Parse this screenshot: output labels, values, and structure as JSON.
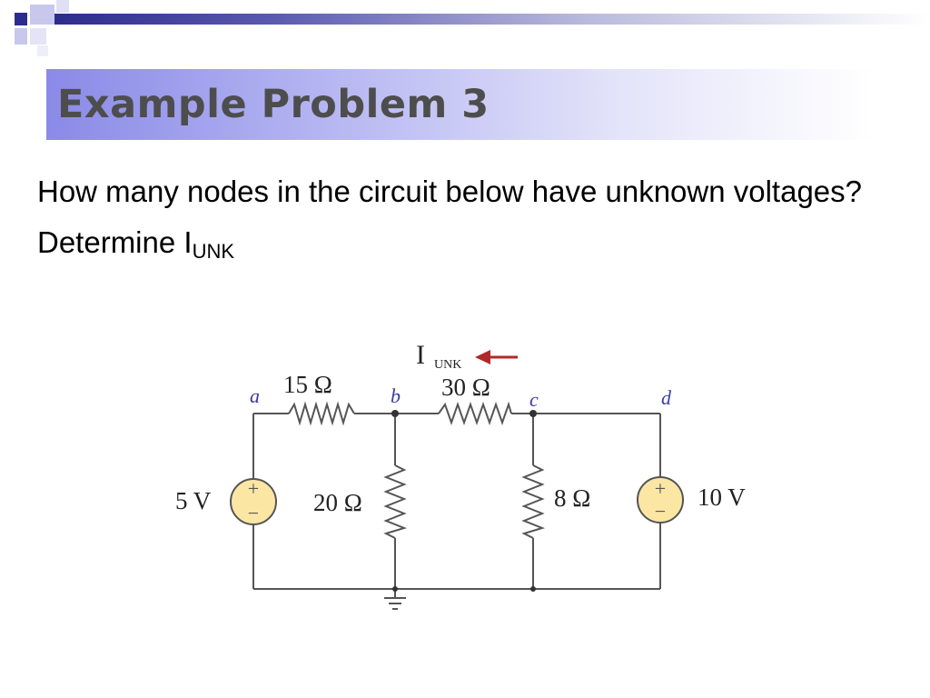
{
  "slide": {
    "title": "Example Problem 3",
    "question1": "How many nodes in the circuit below have unknown voltages?",
    "question2_main": "Determine I",
    "question2_sub": "UNK"
  },
  "circuit": {
    "current_label_main": "I",
    "current_label_sub": "UNK",
    "nodes": {
      "a": "a",
      "b": "b",
      "c": "c",
      "d": "d"
    },
    "r1": "15 Ω",
    "r2": "30 Ω",
    "r3": "20 Ω",
    "r4": "8 Ω",
    "v1": "5 V",
    "v2": "10 V",
    "plus": "+",
    "minus": "−"
  },
  "colors": {
    "wire": "#555555",
    "node_label": "#3a3aa8",
    "source_fill": "#fbe6a4",
    "arrow": "#b02a2a",
    "title_band": "#8a8ae8"
  }
}
